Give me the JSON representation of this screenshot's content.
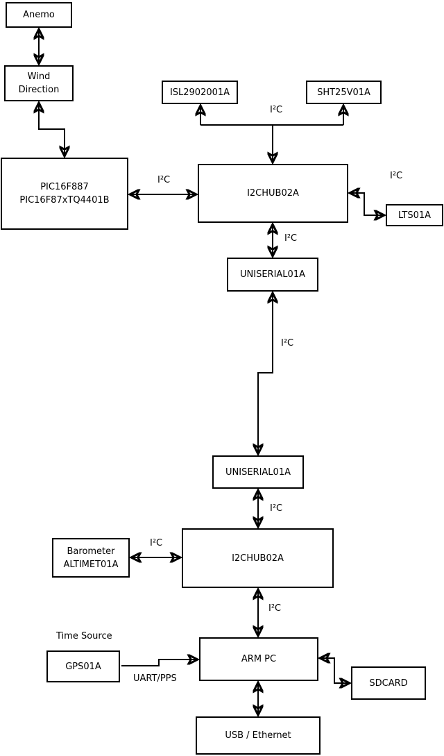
{
  "diagram": {
    "background_color": "#ffffff",
    "line_color": "#000000",
    "nodes": {
      "anemo": {
        "label": "Anemo"
      },
      "wind_direction": {
        "line1": "Wind",
        "line2": "Direction"
      },
      "pic": {
        "line1": "PIC16F887",
        "line2": "PIC16F87xTQ4401B"
      },
      "isl": {
        "label": "ISL2902001A"
      },
      "sht": {
        "label": "SHT25V01A"
      },
      "i2c_hub_1": {
        "label": "I2CHUB02A"
      },
      "lts": {
        "label": "LTS01A"
      },
      "uniserial_1": {
        "label": "UNISERIAL01A"
      },
      "uniserial_2": {
        "label": "UNISERIAL01A"
      },
      "i2c_hub_2": {
        "label": "I2CHUB02A"
      },
      "barometer": {
        "line1": "Barometer",
        "line2": "ALTIMET01A"
      },
      "gps": {
        "label": "GPS01A"
      },
      "arm_pc": {
        "label": "ARM PC"
      },
      "sdcard": {
        "label": "SDCARD"
      },
      "usb_ethernet": {
        "label": "USB / Ethernet"
      }
    },
    "edge_labels": {
      "bus_isl_sht": "I²C",
      "bus_pic_hub1": "I²C",
      "bus_hub1_lts": "I²C",
      "bus_hub1_uniserial1": "I²C",
      "bus_uniserial_link": "I²C",
      "bus_uniserial2_hub2": "I²C",
      "bus_barometer_hub2": "I²C",
      "bus_hub2_armpc": "I²C",
      "uart_pps": "UART/PPS",
      "time_source": "Time Source"
    }
  }
}
